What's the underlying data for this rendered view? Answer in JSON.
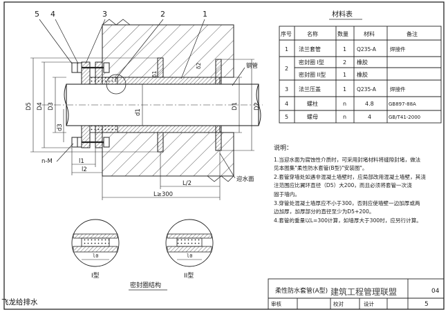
{
  "part_labels": [
    "5",
    "4",
    "3",
    "2",
    "1"
  ],
  "callouts": {
    "steel_pipe": "钢管",
    "water_face": "迎水面",
    "n_m": "n-M"
  },
  "dims": {
    "D5": "D5",
    "D4": "D4",
    "D3": "D3",
    "d3": "d3",
    "d1": "d1",
    "D1": "D1",
    "D2": "D2",
    "l1": "l1",
    "l2": "l2",
    "L2": "L/2",
    "Lmin": "L≥300",
    "d2": "δ2",
    "d1s": "δ1",
    "l0": "l0"
  },
  "materials_table": {
    "title": "材料表",
    "headers": [
      "序号",
      "名称",
      "数量",
      "材料",
      "备注"
    ],
    "rows": [
      {
        "no": "1",
        "name": "法兰套管",
        "qty": "1",
        "mat": "Q235-A",
        "note": "焊接件"
      },
      {
        "no": "2",
        "name": "密封圈 I型",
        "qty": "2",
        "mat": "橡胶",
        "note": ""
      },
      {
        "no": "",
        "name": "密封圈 II型",
        "qty": "1",
        "mat": "橡胶",
        "note": ""
      },
      {
        "no": "3",
        "name": "法兰压盖",
        "qty": "1",
        "mat": "Q235-A",
        "note": "焊接件"
      },
      {
        "no": "4",
        "name": "螺柱",
        "qty": "n",
        "mat": "4.8",
        "note": "GB897-88A"
      },
      {
        "no": "5",
        "name": "螺母",
        "qty": "n",
        "mat": "4",
        "note": "GB/T41-2000"
      }
    ]
  },
  "notes": {
    "title": "说明：",
    "lines": [
      "1.当迎水面为腐蚀性介质时，可采用封堵材料将缝隙封堵，做法",
      "   见本图集\"柔性防水套管(B型)\"安装图\"。",
      "2.套管穿墙处如遇非混凝土墙壁时，应局部改用混凝土墙壁，其浇",
      "   注范围应比翼环直径（D5）大200，而且必须将套管一次浇",
      "   固于墙内。",
      "3.穿管处混凝土墙厚应不小于300，否则应使墙壁一边加厚或两",
      "   边加厚，加厚部分的直径至少为D5+200。",
      "4.套管的重量以L=300计算，如墙厚大于300时，应另行计算。"
    ]
  },
  "detail": {
    "type1": "I型",
    "type2": "II型",
    "caption": "密封圈结构"
  },
  "title_block": {
    "title": "柔性防水套管(A型)",
    "number": "04",
    "page": "5",
    "cells": [
      "审核",
      "校对",
      "设计"
    ]
  },
  "watermark": "建筑工程管理联盟",
  "footer": "飞龙给排水"
}
